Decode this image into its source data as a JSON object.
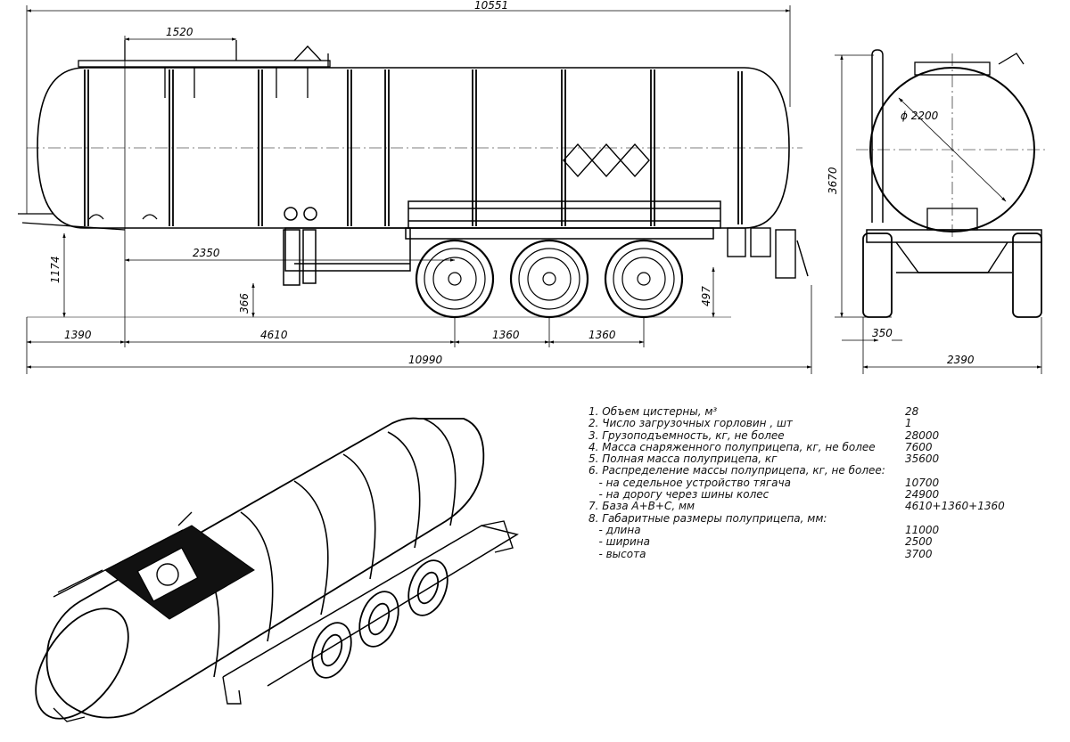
{
  "dimensions": {
    "overall_tank_length": "10551",
    "hatch_offset": "1520",
    "kingpin_to_axle": "2350",
    "coupling_height": "1174",
    "lower_height": "366",
    "deck_height": "497",
    "front_overhang": "1390",
    "base_a": "4610",
    "base_b": "1360",
    "base_c": "1360",
    "overall_length": "10990",
    "tank_diameter": "ϕ 2200",
    "overall_height": "3670",
    "track_offset": "350",
    "overall_width": "2390"
  },
  "specs": [
    {
      "label": "1. Объем цистерны, м³",
      "value": "28"
    },
    {
      "label": "2. Число загрузочных горловин , шт",
      "value": "1"
    },
    {
      "label": "3. Грузоподъемность, кг, не более",
      "value": "28000"
    },
    {
      "label": "4. Масса снаряженного полуприцепа, кг, не более",
      "value": "7600"
    },
    {
      "label": "5. Полная масса  полуприцепа, кг",
      "value": "35600"
    },
    {
      "label": "6. Распределение массы полуприцепа, кг, не более:",
      "value": ""
    },
    {
      "label": "   - на седельное устройство тягача",
      "value": "10700"
    },
    {
      "label": "   - на дорогу через шины колес",
      "value": "24900"
    },
    {
      "label": "7. База  А+В+С, мм",
      "value": "4610+1360+1360"
    },
    {
      "label": "8. Габаритные размеры полуприцепа, мм:",
      "value": ""
    },
    {
      "label": "   - длина",
      "value": "11000"
    },
    {
      "label": "   - ширина",
      "value": "2500"
    },
    {
      "label": "   - высота",
      "value": "3700"
    }
  ]
}
